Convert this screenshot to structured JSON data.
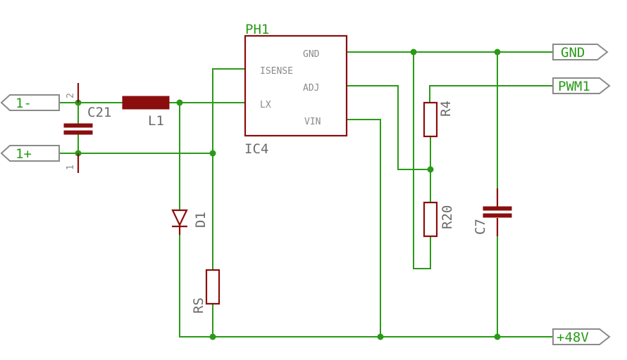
{
  "ic": {
    "name": "IC4",
    "value": "PH1",
    "pins": {
      "gnd": "GND",
      "isense": "ISENSE",
      "adj": "ADJ",
      "lx": "LX",
      "vin": "VIN"
    }
  },
  "components": {
    "c21": {
      "name": "C21",
      "pin_top": "2",
      "pin_bottom": "1"
    },
    "l1": {
      "name": "L1"
    },
    "d1": {
      "name": "D1"
    },
    "rs": {
      "name": "RS"
    },
    "r4": {
      "name": "R4"
    },
    "r20": {
      "name": "R20"
    },
    "c7": {
      "name": "C7"
    }
  },
  "ports": {
    "gnd": "GND",
    "pwm1": "PWM1",
    "p48v": "+48V",
    "one_minus": "1-",
    "one_plus": "1+"
  },
  "colors": {
    "wire": "#2a9a18",
    "component": "#8b0d0d",
    "label": "#6a6a6a"
  }
}
